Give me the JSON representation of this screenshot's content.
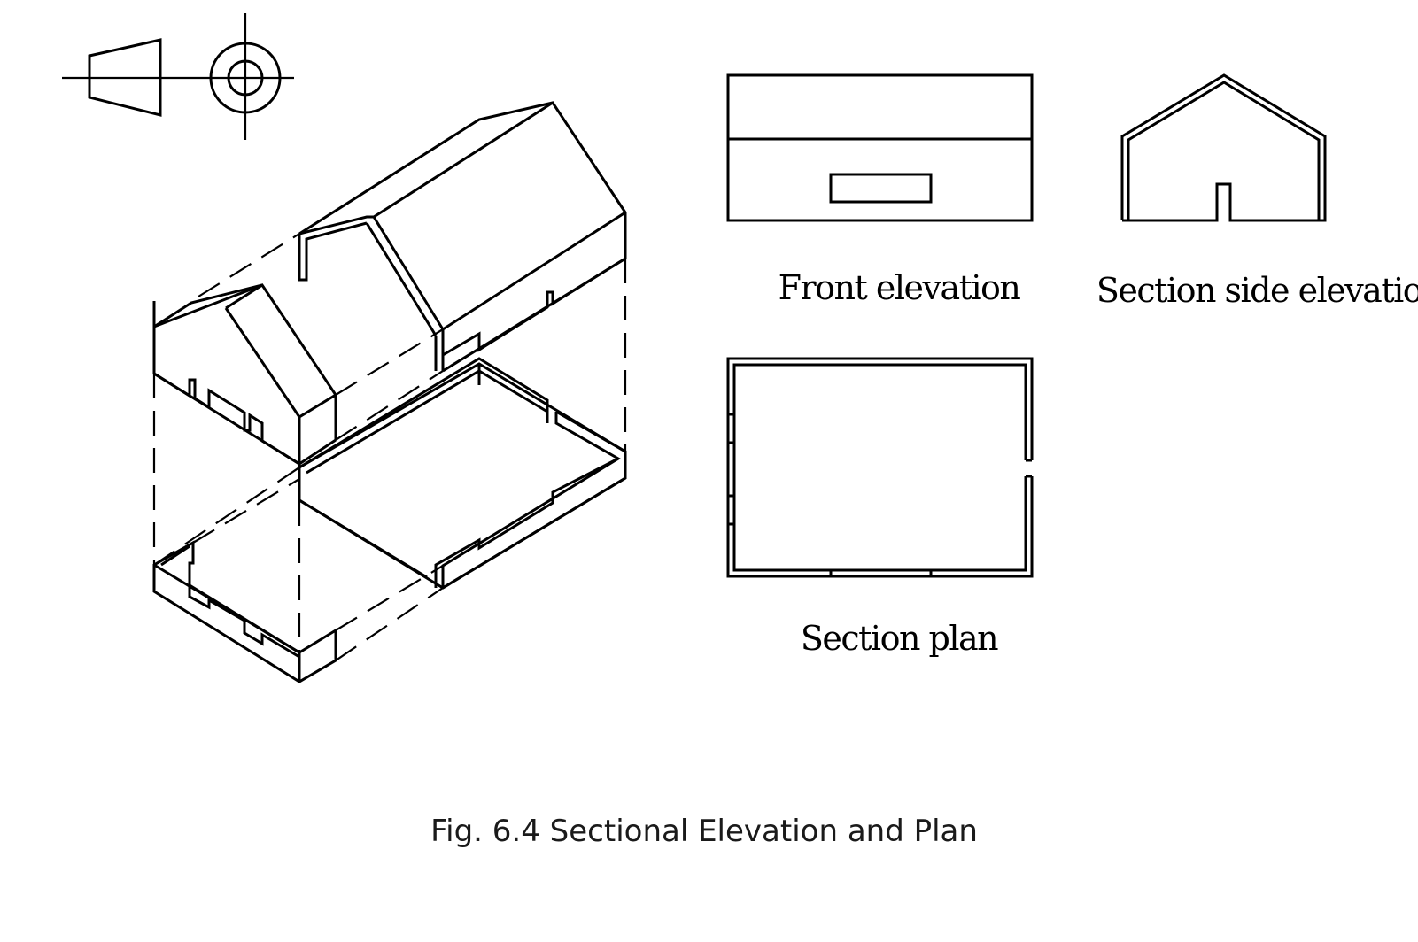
{
  "labels": {
    "front_elevation": "Front elevation",
    "section_side_elevation": "Section side elevation",
    "section_plan": "Section plan"
  },
  "caption": "Fig. 6.4  Sectional Elevation and Plan",
  "colors": {
    "line": "#000000",
    "background": "#ffffff"
  }
}
